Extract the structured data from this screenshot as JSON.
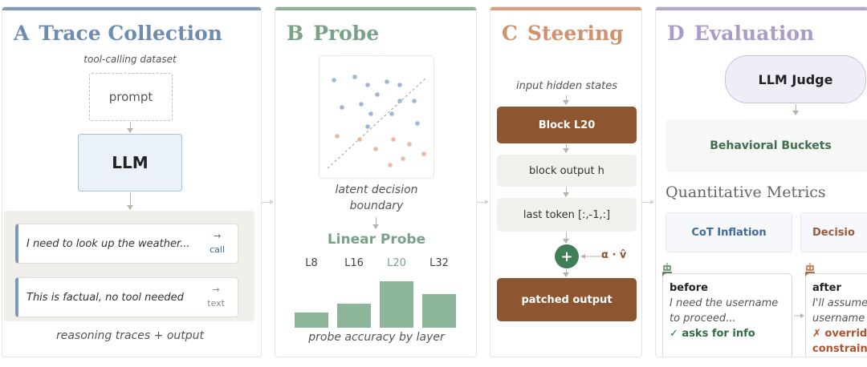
{
  "panels": {
    "a": {
      "letter": "A",
      "title": "Trace Collection",
      "dataset_label": "tool-calling dataset",
      "prompt_label": "prompt",
      "llm_label": "LLM",
      "traces": [
        {
          "text": "I need to look up the weather...",
          "arrow": "→",
          "tag": "call"
        },
        {
          "text": "This is factual, no tool needed",
          "arrow": "→",
          "tag": "text"
        }
      ],
      "caption": "reasoning traces + output"
    },
    "b": {
      "letter": "B",
      "title": "Probe",
      "boundary_caption_line1": "latent decision",
      "boundary_caption_line2": "boundary",
      "probe_title": "Linear Probe",
      "layers": [
        {
          "label": "L8",
          "accuracy": 0.18,
          "highlight": false
        },
        {
          "label": "L16",
          "accuracy": 0.28,
          "highlight": false
        },
        {
          "label": "L20",
          "accuracy": 0.55,
          "highlight": true
        },
        {
          "label": "L32",
          "accuracy": 0.4,
          "highlight": false
        }
      ],
      "caption": "probe accuracy by layer"
    },
    "c": {
      "letter": "C",
      "title": "Steering",
      "input_label": "input hidden states",
      "block_label": "Block L20",
      "block_output_label": "block output h",
      "last_token_label": "last token [:,-1,:]",
      "plus_symbol": "+",
      "steer_label": "α · v̂",
      "patched_label": "patched output"
    },
    "d": {
      "letter": "D",
      "title": "Evaluation",
      "judge_label": "LLM Judge",
      "buckets_label": "Behavioral Buckets",
      "metrics_title": "Quantitative Metrics",
      "metrics": [
        {
          "label": "CoT Inflation",
          "color": "#3f6a9a"
        },
        {
          "label": "Decisio",
          "color": "#9a5a3a"
        }
      ],
      "before": {
        "heading": "before",
        "line1": "I need the username",
        "line2": "to proceed...",
        "result": "✓ asks for info",
        "result_color": "#2f6b45"
      },
      "after": {
        "heading": "after",
        "line1": "I'll assume",
        "line2": "username a",
        "result_line1": "✗ override",
        "result_line2": "constraints",
        "result_color": "#b5512c"
      }
    }
  },
  "colors": {
    "blue": "#7f99b9",
    "green": "#8db59a",
    "orange": "#d79e7f",
    "purple": "#b7a7cf",
    "brown": "#8e5630"
  }
}
